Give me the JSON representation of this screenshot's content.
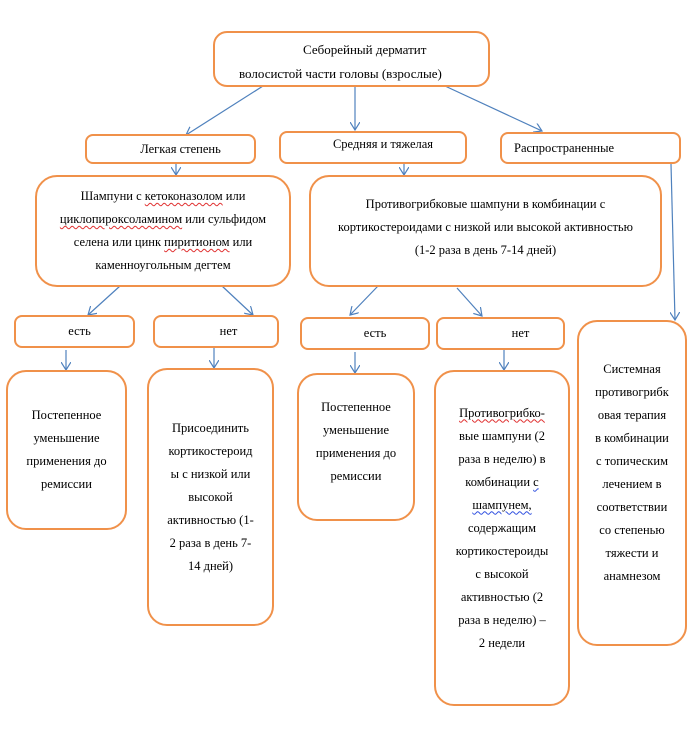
{
  "title": {
    "line1": "Себорейный дерматит",
    "line2": "волосистой части головы (взрослые)"
  },
  "categories": {
    "mild": "Легкая степень",
    "moderate_severe": "Средняя и тяжелая",
    "widespread": "Распространенные"
  },
  "mild_treatment": {
    "p1": "Шампуни с ",
    "w1": "кетоконазолом",
    "p2": " или",
    "w2": "циклопироксоламином",
    "p3": " или сульфидом",
    "p4": "селена или цинк ",
    "w3": "пиритионом",
    "p5": " или",
    "p6": "каменноугольным дегтем"
  },
  "moderate_treatment": {
    "line1": "Противогрибковые шампуни в комбинации с",
    "line2": "кортикостероидами с низкой или высокой активностью",
    "line3": "(1-2 раза в день 7-14 дней)"
  },
  "response": {
    "yes": "есть",
    "no": "нет"
  },
  "outcomes": {
    "mild_yes": [
      "Постепенное",
      "уменьшение",
      "применения до",
      "ремиссии"
    ],
    "mild_no": [
      "Присоединить",
      "кортикостероид",
      "ы с низкой или",
      "высокой",
      "активностью (1-",
      "2 раза в день 7-",
      "14 дней)"
    ],
    "moderate_yes": [
      "Постепенное",
      "уменьшение",
      "применения до",
      "ремиссии"
    ],
    "moderate_no": {
      "l1": "Противогрибко-",
      "l2": "вые шампуни (2",
      "l3": "раза в неделю) в",
      "l4a": "комбинации ",
      "l4b": "с",
      "l5": "шампунем,",
      "l6": "содержащим",
      "l7": "кортикостероиды",
      "l8": "с высокой",
      "l9": "активностью (2",
      "l10": "раза в неделю) –",
      "l11": "2 недели"
    },
    "widespread": [
      "Системная",
      "противогрибк",
      "овая терапия",
      "в комбинации",
      "с топическим",
      "лечением в",
      "соответствии",
      "со степенью",
      "тяжести и",
      "анамнезом"
    ]
  },
  "colors": {
    "box_border": "#f0914a",
    "arrow": "#4f81bd"
  }
}
